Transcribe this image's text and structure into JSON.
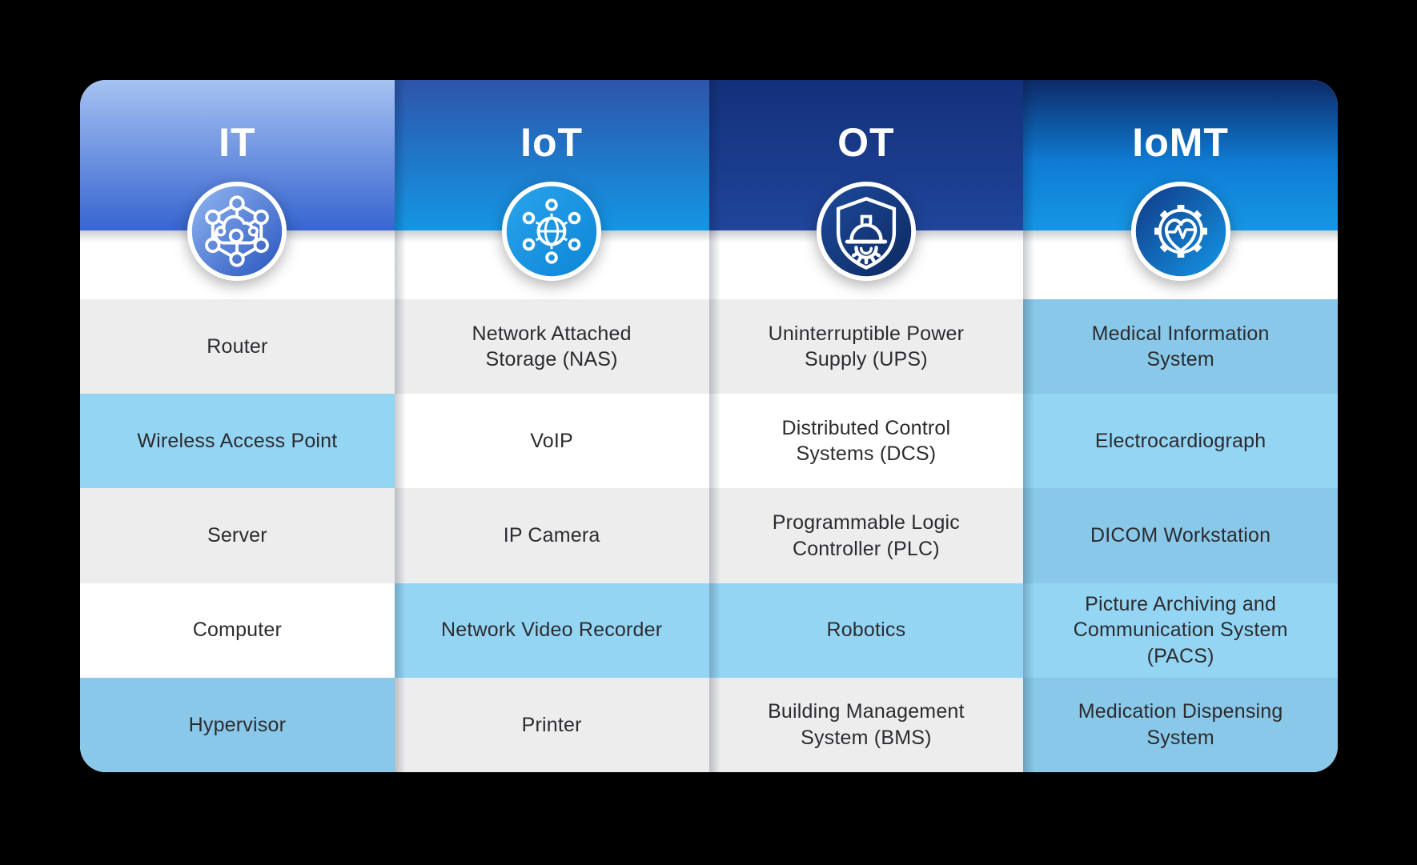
{
  "table": {
    "columns": [
      {
        "id": "it",
        "title": "IT",
        "icon": "cloud-network-icon",
        "rows": [
          {
            "label": "Router",
            "bg": "gray"
          },
          {
            "label": "Wireless Access Point",
            "bg": "light-blue"
          },
          {
            "label": "Server",
            "bg": "gray"
          },
          {
            "label": "Computer",
            "bg": "white"
          },
          {
            "label": "Hypervisor",
            "bg": "med-blue"
          }
        ]
      },
      {
        "id": "iot",
        "title": "IoT",
        "icon": "globe-network-icon",
        "rows": [
          {
            "label": "Network Attached\nStorage (NAS)",
            "bg": "gray"
          },
          {
            "label": "VoIP",
            "bg": "white"
          },
          {
            "label": "IP Camera",
            "bg": "gray"
          },
          {
            "label": "Network Video Recorder",
            "bg": "light-blue"
          },
          {
            "label": "Printer",
            "bg": "gray"
          }
        ]
      },
      {
        "id": "ot",
        "title": "OT",
        "icon": "shield-hardhat-gear-icon",
        "rows": [
          {
            "label": "Uninterruptible Power\nSupply (UPS)",
            "bg": "gray"
          },
          {
            "label": "Distributed Control\nSystems (DCS)",
            "bg": "white"
          },
          {
            "label": "Programmable Logic\nController (PLC)",
            "bg": "gray"
          },
          {
            "label": "Robotics",
            "bg": "light-blue"
          },
          {
            "label": "Building Management\nSystem (BMS)",
            "bg": "gray"
          }
        ]
      },
      {
        "id": "iomt",
        "title": "IoMT",
        "icon": "gear-heart-pulse-icon",
        "rows": [
          {
            "label": "Medical Information\nSystem",
            "bg": "med-blue"
          },
          {
            "label": "Electrocardiograph",
            "bg": "light-blue"
          },
          {
            "label": "DICOM Workstation",
            "bg": "med-blue"
          },
          {
            "label": "Picture Archiving and\nCommunication System\n(PACS)",
            "bg": "light-blue"
          },
          {
            "label": "Medication Dispensing\nSystem",
            "bg": "med-blue"
          }
        ]
      }
    ]
  },
  "palette": {
    "bg_black": "#000000",
    "row_gray": "#EDEDEE",
    "row_white": "#FFFFFF",
    "row_light_blue": "#94D5F4",
    "row_med_blue": "#89C8E8",
    "row_text": "#2C2C30",
    "header_text": "#FFFFFF",
    "it_header_top": "#A6C2F2",
    "it_header_bottom": "#3765D0",
    "iot_header_top": "#2D55AB",
    "iot_header_bottom": "#1496E3",
    "ot_header_top": "#13307B",
    "ot_header_bottom": "#20459A",
    "iomt_header_top": "#0D2A68",
    "iomt_header_mid": "#0F7CD4",
    "iomt_header_bottom": "#1696E4",
    "it_icon_a": "#8FB4F0",
    "it_icon_b": "#2B57C0",
    "iot_icon_a": "#2AA3EB",
    "iot_icon_b": "#0C86D7",
    "ot_icon_a": "#1D4A9A",
    "ot_icon_b": "#0D2A62",
    "iomt_icon_a": "#123B88",
    "iomt_icon_b": "#1395E4"
  }
}
